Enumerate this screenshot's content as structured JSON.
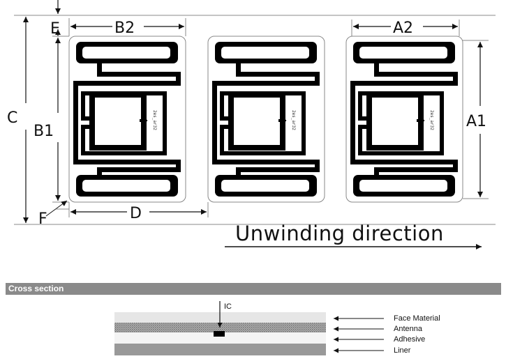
{
  "diagram": {
    "dimensions": {
      "E": "E",
      "B2": "B2",
      "A2": "A2",
      "C": "C",
      "B1": "B1",
      "A1": "A1",
      "F": "F",
      "D": "D"
    },
    "direction_label": "Unwinding direction",
    "chip_marking": "2es_ar32"
  },
  "cross_section": {
    "title": "Cross section",
    "ic_label": "IC",
    "layers": [
      "Face Material",
      "Antenna",
      "Adhesive",
      "Liner"
    ]
  },
  "colors": {
    "antenna": "#000000",
    "section_bar": "#8a8a8a",
    "face_material": "#e6e6e6",
    "adhesive": "#f4f4f4",
    "liner": "#999999"
  }
}
